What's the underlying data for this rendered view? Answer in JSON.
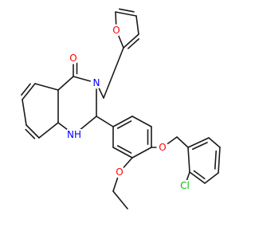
{
  "molecule": {
    "colors": {
      "bond": "#1a1a1a",
      "oxygen": "#ff0000",
      "nitrogen": "#0000ff",
      "chlorine": "#00c000",
      "background": "#ffffff"
    },
    "labels": {
      "carbonyl_o": "O",
      "furan_o": "O",
      "n3": "N",
      "n1h": "NH",
      "ether_o": "O",
      "ethoxy_o": "O",
      "chlorine": "Cl"
    }
  }
}
